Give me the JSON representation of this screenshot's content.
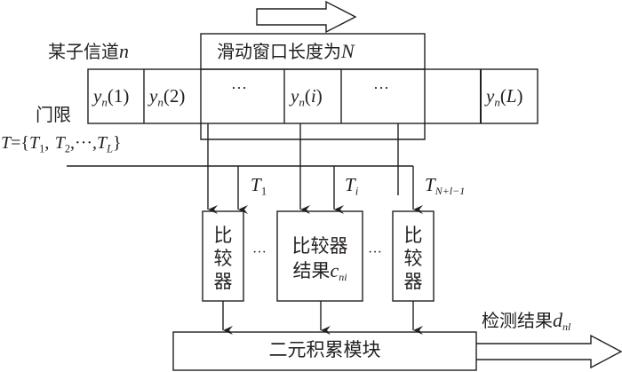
{
  "colors": {
    "stroke": "#231f20",
    "background": "#ffffff"
  },
  "channel_label": {
    "text": "某子信道",
    "var": "n"
  },
  "window_label": {
    "text": "滑动窗口长度为",
    "var": "N"
  },
  "threshold": {
    "label": "门限",
    "set_lhs": "T",
    "set_eq": "={",
    "t1_sym": "T",
    "t1_sub": "1",
    "t2_sym": "T",
    "t2_sub": "2",
    "ellipsis": "···",
    "tl_sym": "T",
    "tl_sub": "L",
    "close": "}",
    "sep": ","
  },
  "cells": [
    {
      "sym": "y",
      "sub": "n",
      "arg": "(1)"
    },
    {
      "sym": "y",
      "sub": "n",
      "arg": "(2)"
    },
    {
      "ellipsis": "···"
    },
    {
      "sym": "y",
      "sub": "n",
      "arg_open": "(",
      "arg_var": "i",
      "arg_close": ")"
    },
    {
      "ellipsis": "···"
    },
    {
      "empty": ""
    },
    {
      "sym": "y",
      "sub": "n",
      "arg_open": "(",
      "arg_var": "L",
      "arg_close": ")"
    }
  ],
  "threshold_taps": [
    {
      "sym": "T",
      "sub": "1"
    },
    {
      "sym": "T",
      "sub": "i"
    },
    {
      "sym": "T",
      "sub": "N+l−1"
    }
  ],
  "comparators": {
    "first": {
      "line1": "比",
      "line2": "较",
      "line3": "器"
    },
    "middle": {
      "line1": "比较器",
      "line2": "结果",
      "var": "c",
      "sub": "ni"
    },
    "last": {
      "line1": "比",
      "line2": "较",
      "line3": "器"
    },
    "gap_ellipsis": "···"
  },
  "accumulator": {
    "label": "二元积累模块"
  },
  "output": {
    "text": "检测结果",
    "var": "d",
    "sub": "nl"
  }
}
